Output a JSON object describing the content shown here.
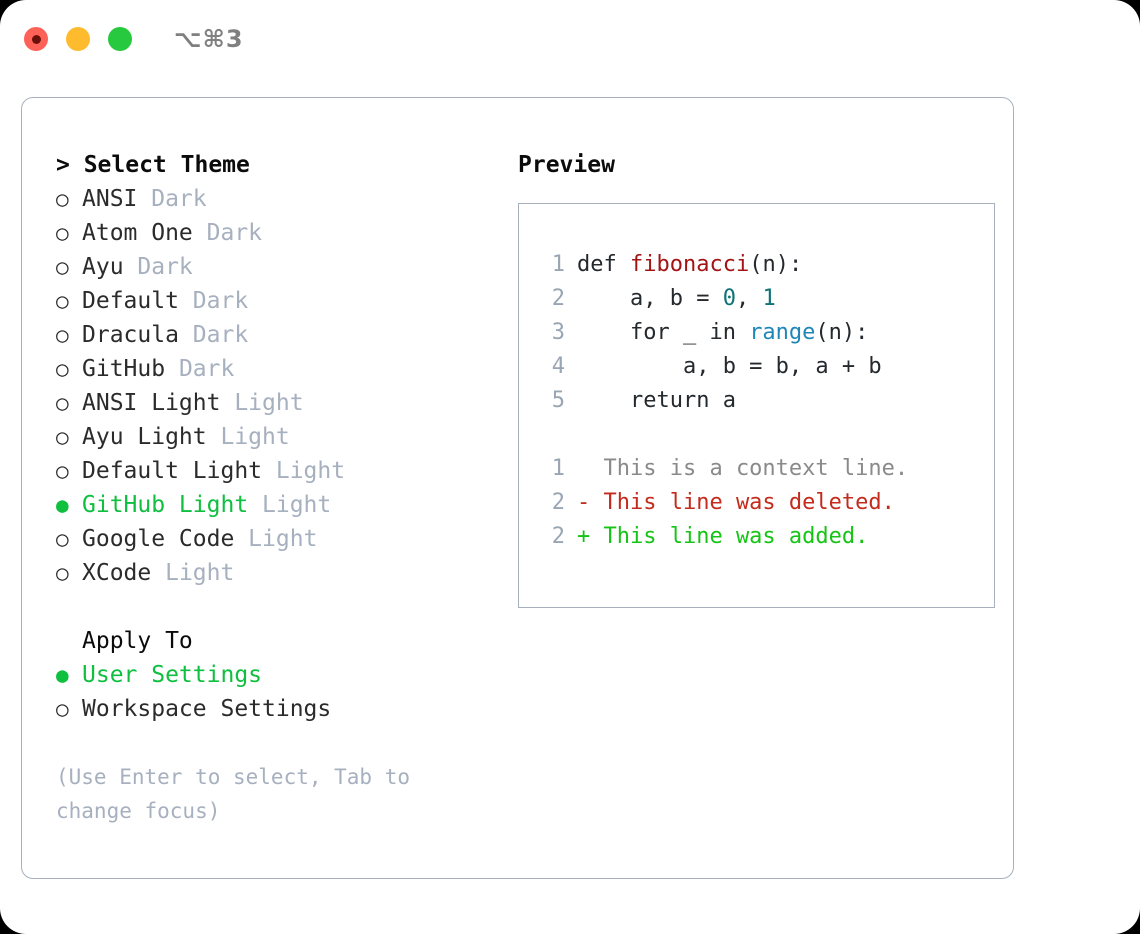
{
  "titlebar": {
    "shortcut": "⌥⌘3",
    "lights": [
      {
        "name": "close",
        "color": "#fd6158"
      },
      {
        "name": "minimize",
        "color": "#febb2e"
      },
      {
        "name": "maximize",
        "color": "#27c93f"
      }
    ]
  },
  "theme_selector": {
    "heading": "> Select Theme",
    "options": [
      {
        "bullet": "○",
        "name": "ANSI",
        "tag": "Dark",
        "selected": false
      },
      {
        "bullet": "○",
        "name": "Atom One",
        "tag": "Dark",
        "selected": false
      },
      {
        "bullet": "○",
        "name": "Ayu",
        "tag": "Dark",
        "selected": false
      },
      {
        "bullet": "○",
        "name": "Default",
        "tag": "Dark",
        "selected": false
      },
      {
        "bullet": "○",
        "name": "Dracula",
        "tag": "Dark",
        "selected": false
      },
      {
        "bullet": "○",
        "name": "GitHub",
        "tag": "Dark",
        "selected": false
      },
      {
        "bullet": "○",
        "name": "ANSI Light",
        "tag": "Light",
        "selected": false
      },
      {
        "bullet": "○",
        "name": "Ayu Light",
        "tag": "Light",
        "selected": false
      },
      {
        "bullet": "○",
        "name": "Default Light",
        "tag": "Light",
        "selected": false
      },
      {
        "bullet": "●",
        "name": "GitHub Light",
        "tag": "Light",
        "selected": true
      },
      {
        "bullet": "○",
        "name": "Google Code",
        "tag": "Light",
        "selected": false
      },
      {
        "bullet": "○",
        "name": "XCode",
        "tag": "Light",
        "selected": false
      }
    ]
  },
  "apply_to": {
    "heading": "Apply To",
    "options": [
      {
        "bullet": "●",
        "name": "User Settings",
        "selected": true
      },
      {
        "bullet": "○",
        "name": "Workspace Settings",
        "selected": false
      }
    ]
  },
  "hint": "(Use Enter to select, Tab to change focus)",
  "preview": {
    "heading": "Preview",
    "code_lines": [
      {
        "num": "1",
        "tokens": [
          {
            "t": "def ",
            "c": "plain"
          },
          {
            "t": "fibonacci",
            "c": "fn"
          },
          {
            "t": "(n):",
            "c": "plain"
          }
        ]
      },
      {
        "num": "2",
        "tokens": [
          {
            "t": "    a, b = ",
            "c": "plain"
          },
          {
            "t": "0",
            "c": "num"
          },
          {
            "t": ", ",
            "c": "plain"
          },
          {
            "t": "1",
            "c": "num"
          }
        ]
      },
      {
        "num": "3",
        "tokens": [
          {
            "t": "    for _ in ",
            "c": "plain"
          },
          {
            "t": "range",
            "c": "builtin"
          },
          {
            "t": "(n):",
            "c": "plain"
          }
        ]
      },
      {
        "num": "4",
        "tokens": [
          {
            "t": "        a, b = b, a + b",
            "c": "plain"
          }
        ]
      },
      {
        "num": "5",
        "tokens": [
          {
            "t": "    return a",
            "c": "plain"
          }
        ]
      }
    ],
    "diff_lines": [
      {
        "num": "1",
        "marker": "  ",
        "text": "This is a context line.",
        "kind": "context"
      },
      {
        "num": "2",
        "marker": "- ",
        "text": "This line was deleted.",
        "kind": "deleted"
      },
      {
        "num": "2",
        "marker": "+ ",
        "text": "This line was added.",
        "kind": "added"
      }
    ]
  },
  "colors": {
    "accent_green": "#0fbf3f",
    "muted": "#a7b0bf",
    "border": "#a7b0bf",
    "syntax_function": "#a31515",
    "syntax_number": "#0d7377",
    "syntax_builtin": "#1f87b8",
    "diff_deleted": "#c42b1c",
    "diff_added": "#15c415",
    "diff_context": "#8a8a8a"
  }
}
